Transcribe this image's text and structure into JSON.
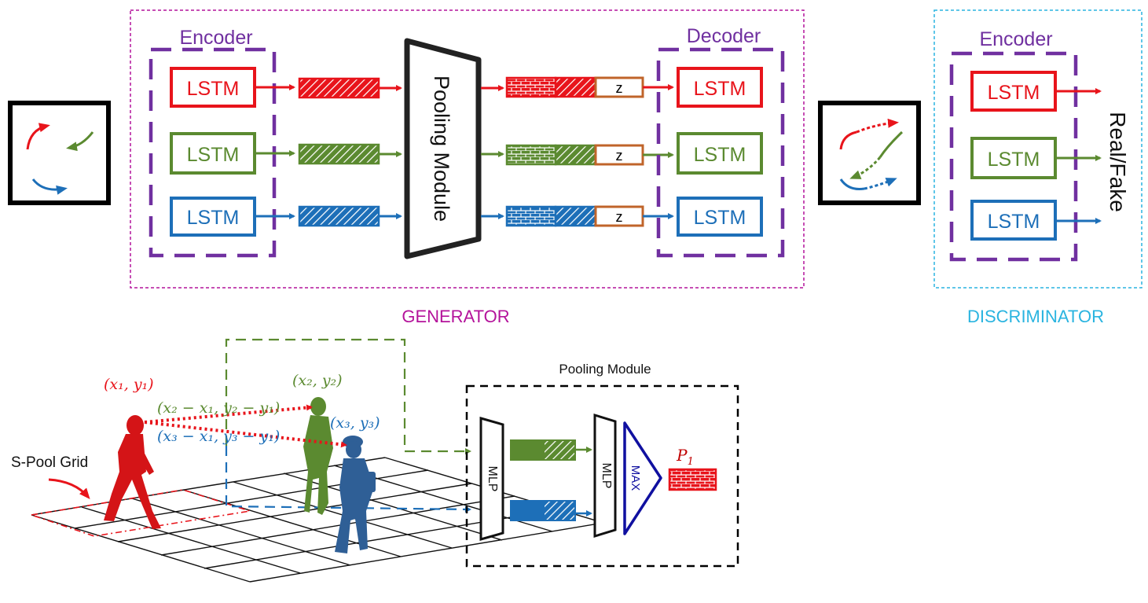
{
  "generator": {
    "label": "GENERATOR",
    "encoder_label": "Encoder",
    "decoder_label": "Decoder",
    "pooling_label": "Pooling Module",
    "lstm_labels": [
      "LSTM",
      "LSTM",
      "LSTM"
    ],
    "decoder_lstm_labels": [
      "LSTM",
      "LSTM",
      "LSTM"
    ],
    "noise_labels": [
      "z",
      "z",
      "z"
    ]
  },
  "discriminator": {
    "label": "DISCRIMINATOR",
    "encoder_label": "Encoder",
    "lstm_labels": [
      "LSTM",
      "LSTM",
      "LSTM"
    ],
    "output_label": "Real/Fake"
  },
  "pooling_detail": {
    "title": "Pooling Module",
    "mlp1_label": "MLP",
    "mlp2_label": "MLP",
    "max_label": "MAX",
    "output_label": "P",
    "output_subscript": "1"
  },
  "scene": {
    "grid_label": "S-Pool Grid",
    "p1_coord": "(x₁, y₁)",
    "p2_coord": "(x₂, y₂)",
    "p3_coord": "(x₃, y₃)",
    "rel2": "(x₂ − x₁, y₂ − y₁)",
    "rel3": "(x₃ − x₁, y₃ − y₁)"
  },
  "colors": {
    "red": "#e8141b",
    "green": "#5b8a30",
    "blue": "#1d6fb8",
    "purple": "#7030a0",
    "magenta": "#b4139b",
    "cyan": "#2ab4e0",
    "orange": "#c0642a",
    "navy": "#1010a0"
  }
}
